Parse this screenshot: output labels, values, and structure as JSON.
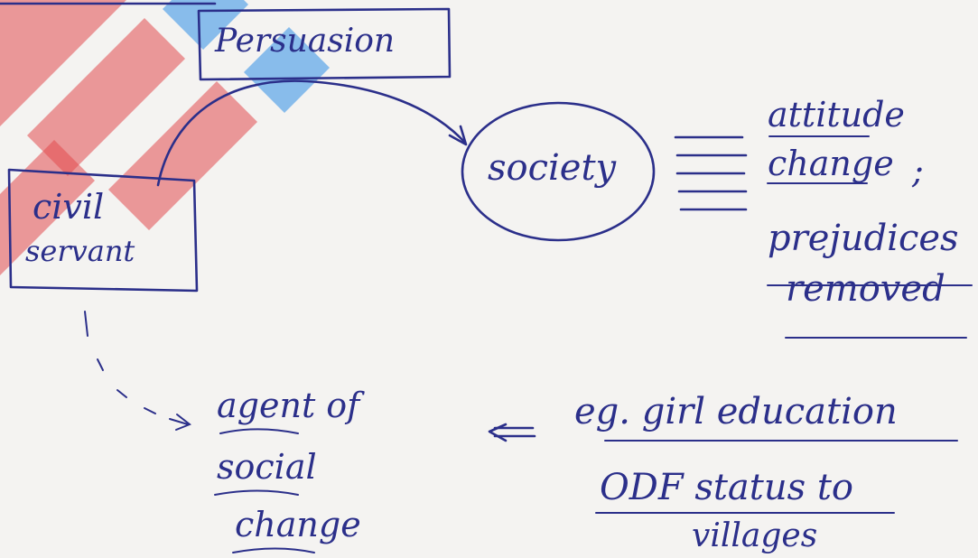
{
  "diagram": {
    "persuasion_box": {
      "text": "Persuasion"
    },
    "civil_servant_box": {
      "line1": "civil",
      "line2": "servant"
    },
    "society_node": {
      "text": "society"
    },
    "outcomes": {
      "line1": "attitude",
      "line2": "change",
      "separator": ";",
      "line3": "prejudices",
      "line4": "removed"
    },
    "agent_of_change": {
      "line1": "agent of",
      "line2": "social",
      "line3": "change"
    },
    "examples": {
      "line1": "eg. girl education",
      "line2": "ODF status to",
      "line3": "villages"
    }
  },
  "colors": {
    "ink": "#2b2f8a",
    "paper": "#f4f3f1",
    "watermark_red": "#e24a4f",
    "watermark_blue": "#2f8ee6"
  }
}
